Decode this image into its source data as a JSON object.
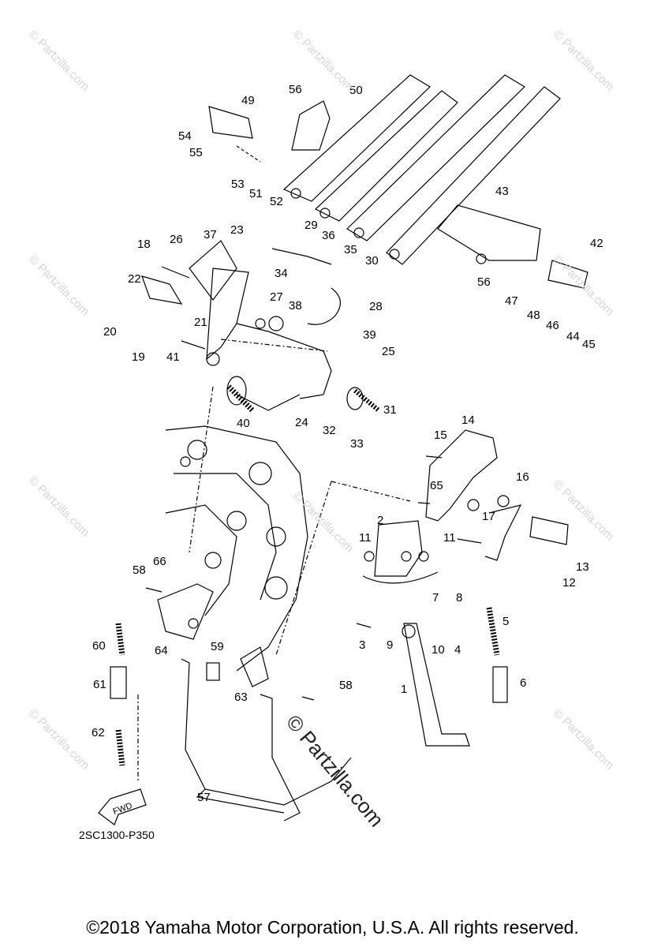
{
  "figure_code": "2SC1300-P350",
  "copyright": "©2018 Yamaha Motor Corporation, U.S.A. All rights reserved.",
  "watermark_small": "© Partzilla.com",
  "watermark_big": "© Partzilla.com",
  "fwd_label": "FWD",
  "callouts": [
    "1",
    "2",
    "3",
    "4",
    "5",
    "6",
    "7",
    "8",
    "9",
    "10",
    "11",
    "11",
    "12",
    "13",
    "14",
    "15",
    "16",
    "17",
    "18",
    "19",
    "20",
    "21",
    "22",
    "23",
    "24",
    "25",
    "26",
    "27",
    "28",
    "29",
    "30",
    "31",
    "32",
    "33",
    "34",
    "35",
    "36",
    "37",
    "38",
    "39",
    "40",
    "41",
    "42",
    "43",
    "44",
    "45",
    "46",
    "47",
    "48",
    "49",
    "50",
    "51",
    "52",
    "53",
    "54",
    "55",
    "56",
    "56",
    "57",
    "58",
    "58",
    "59",
    "60",
    "61",
    "62",
    "63",
    "64",
    "65",
    "66"
  ]
}
